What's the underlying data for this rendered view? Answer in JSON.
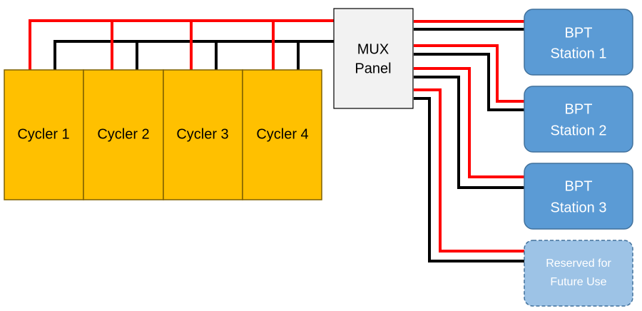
{
  "colors": {
    "positive_wire": "#ff0000",
    "negative_wire": "#000000",
    "cycler_fill": "#ffc000",
    "cycler_border": "#7f6000",
    "mux_fill": "#f2f2f2",
    "station_fill": "#5b9bd5",
    "station_border": "#41719c",
    "reserved_fill": "#9dc3e6"
  },
  "cyclers": [
    {
      "label": "Cycler 1"
    },
    {
      "label": "Cycler 2"
    },
    {
      "label": "Cycler 3"
    },
    {
      "label": "Cycler 4"
    }
  ],
  "mux": {
    "line1": "MUX",
    "line2": "Panel"
  },
  "stations": [
    {
      "line1": "BPT",
      "line2": "Station 1"
    },
    {
      "line1": "BPT",
      "line2": "Station 2"
    },
    {
      "line1": "BPT",
      "line2": "Station 3"
    }
  ],
  "reserved": {
    "line1": "Reserved for",
    "line2": "Future Use"
  }
}
